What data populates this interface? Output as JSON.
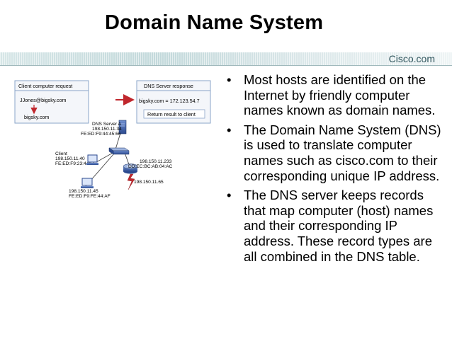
{
  "slide": {
    "title": "Domain Name System",
    "brand": "Cisco.com",
    "bullets": [
      "Most hosts are identified on the Internet by friendly computer names known as domain names.",
      "The Domain Name System (DNS) is used to translate computer names such as cisco.com to their corresponding unique IP address.",
      "The DNS server keeps records that map computer (host) names and their corresponding IP address. These record types are all combined in the DNS table."
    ]
  },
  "diagram": {
    "client_request": {
      "header": "Client computer request",
      "email": "JJones@bigsky.com",
      "domain": "bigsky.com"
    },
    "dns_response": {
      "header": "DNS Server response",
      "result": "bigsky.com = 172.123.54.7",
      "action": "Return result to client"
    },
    "dns_server": {
      "name": "DNS Server A",
      "ip": "198.150.11.34",
      "mac": "FE:ED:F9:44:45:66"
    },
    "client": {
      "name": "Client",
      "ip": "198.150.11.40",
      "mac": "FE:ED:F9:23:44:EF"
    },
    "host": {
      "ip": "198.150.11.45",
      "mac": "FE:ED:F9:FE:44:AF"
    },
    "router": {
      "ip": "198.150.11.233",
      "mac": "DD:EC:BC:AB:04:AC",
      "wan_ip": "198.150.11.65"
    },
    "colors": {
      "box_border": "#8aa4c8",
      "box_fill": "#f4f6fa",
      "arrow": "#c0272d",
      "device": "#3b5fa8"
    }
  }
}
